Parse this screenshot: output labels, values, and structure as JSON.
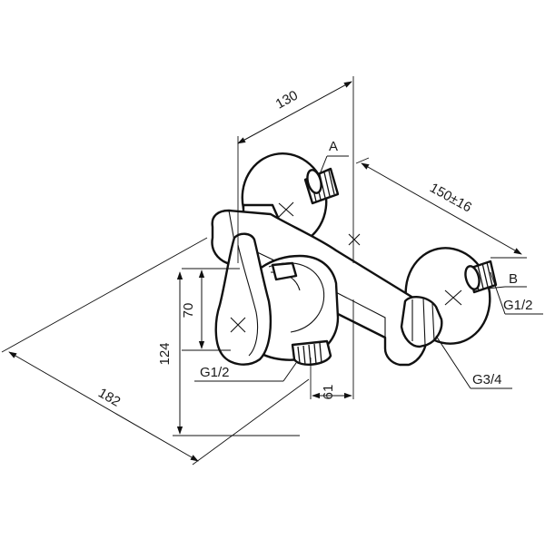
{
  "dimensions": {
    "width_130": "130",
    "spacing_150": "150±16",
    "depth_182": "182",
    "height_124": "124",
    "height_70": "70",
    "outlet_61": "61"
  },
  "callouts": {
    "a": "A",
    "b": "B",
    "thread_left": "G1/2",
    "thread_right": "G1/2",
    "thread_outlet": "G3/4"
  },
  "colors": {
    "line": "#111111",
    "background": "#ffffff"
  }
}
